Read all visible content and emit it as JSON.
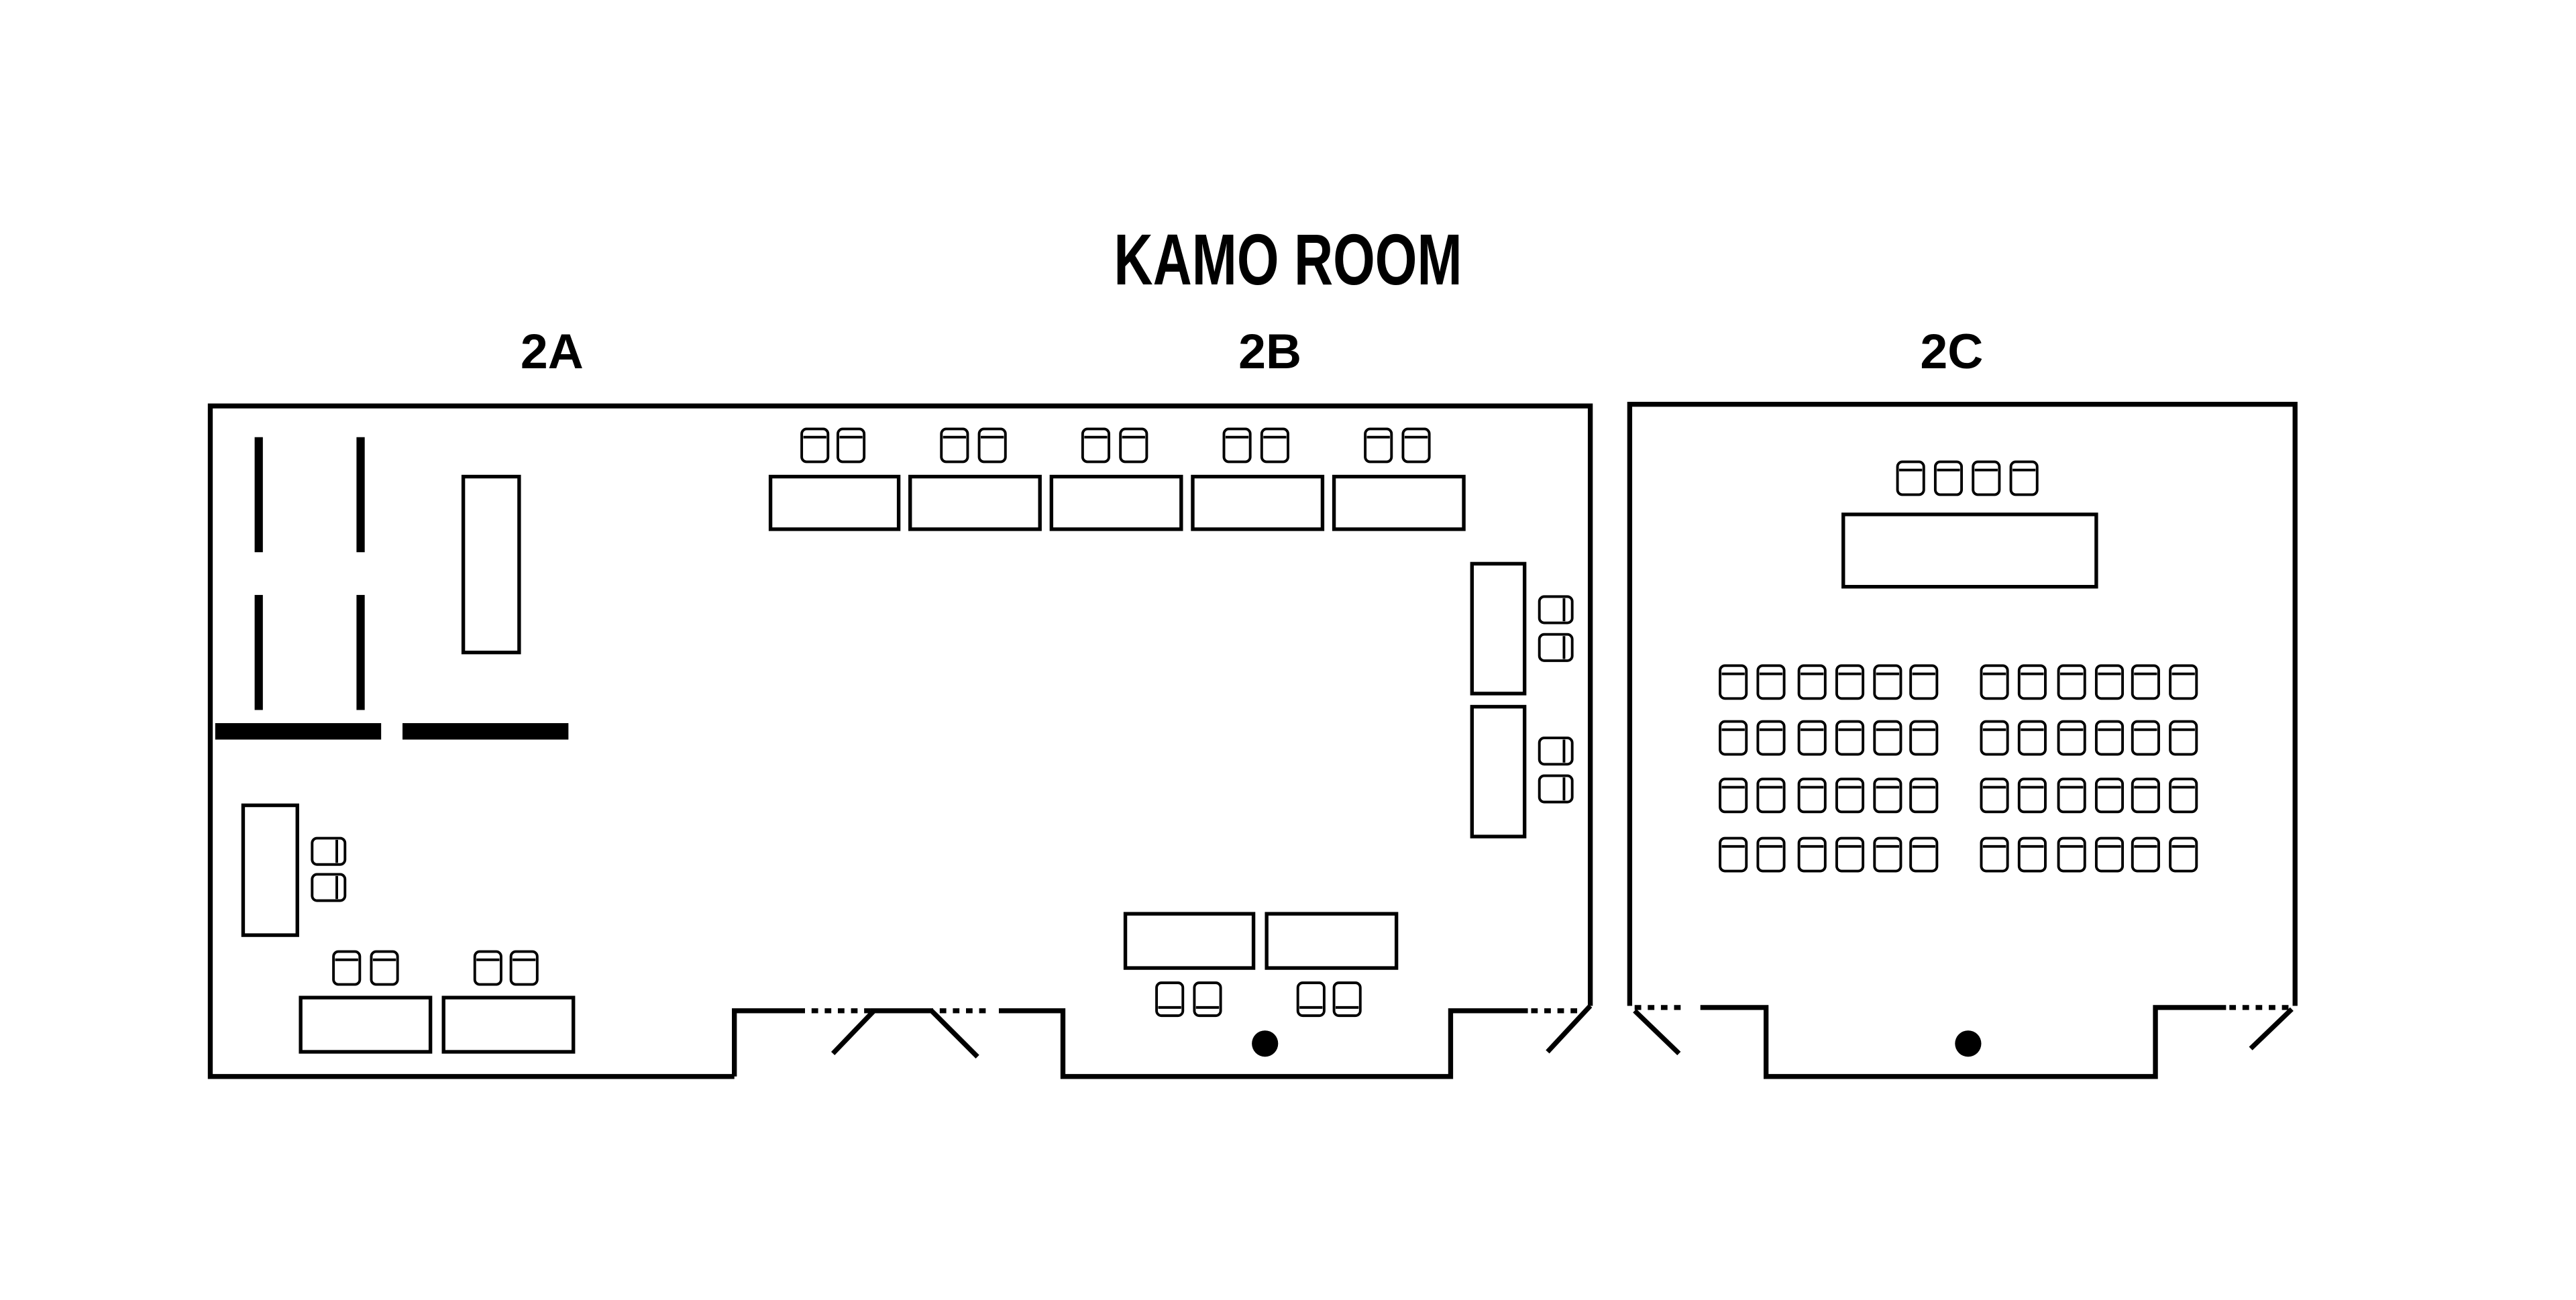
{
  "title": "KAMO ROOM",
  "rooms": [
    {
      "label": "2A"
    },
    {
      "label": "2B"
    },
    {
      "label": "2C"
    }
  ],
  "colors": {
    "ink": "#000000",
    "background": "#ffffff"
  }
}
